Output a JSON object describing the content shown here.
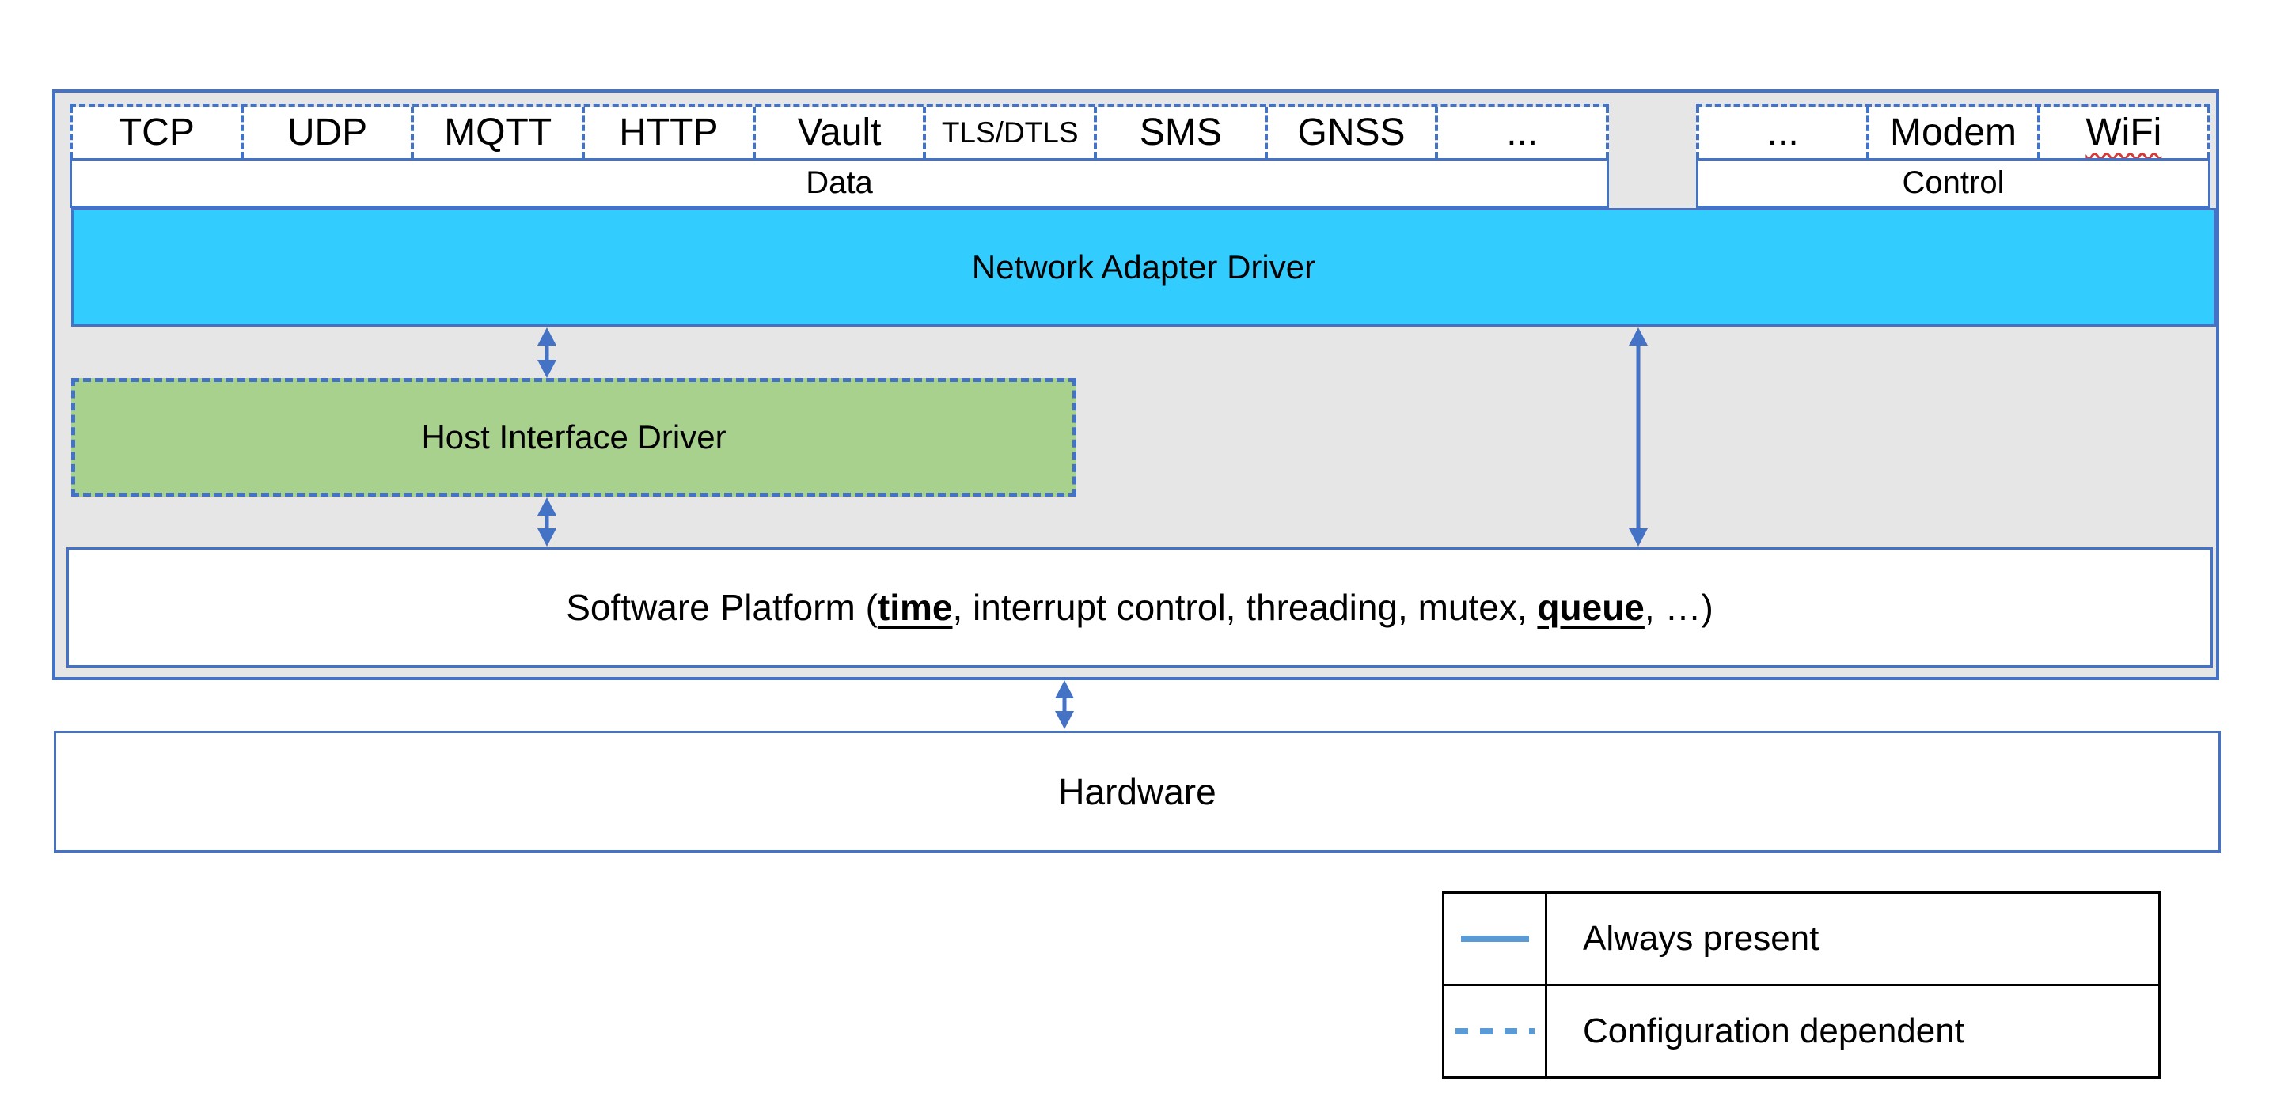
{
  "diagram": {
    "title_semantic": "Network adapter software architecture diagram",
    "data_section": {
      "label": "Data",
      "protocols": [
        {
          "label": "TCP"
        },
        {
          "label": "UDP"
        },
        {
          "label": "MQTT"
        },
        {
          "label": "HTTP"
        },
        {
          "label": "Vault"
        },
        {
          "label": "TLS/DTLS",
          "small": true
        },
        {
          "label": "SMS"
        },
        {
          "label": "GNSS"
        },
        {
          "label": "..."
        }
      ]
    },
    "control_section": {
      "label": "Control",
      "protocols": [
        {
          "label": "..."
        },
        {
          "label": "Modem"
        },
        {
          "label": "WiFi",
          "squiggle": true
        }
      ]
    },
    "layers": {
      "network_adapter_driver": "Network Adapter Driver",
      "host_interface_driver": "Host Interface Driver",
      "software_platform_segments": [
        {
          "text": "Software Platform (",
          "style": "normal"
        },
        {
          "text": "time",
          "style": "bold-underline"
        },
        {
          "text": ", interrupt control, threading, mutex, ",
          "style": "normal"
        },
        {
          "text": "queue",
          "style": "bold-underline"
        },
        {
          "text": ", …)",
          "style": "normal"
        }
      ],
      "hardware": "Hardware"
    },
    "legend": {
      "rows": [
        {
          "line_style": "solid",
          "label": "Always present"
        },
        {
          "line_style": "dashed",
          "label": "Configuration dependent"
        }
      ]
    },
    "colors": {
      "border_blue": "#4472C4",
      "adapter_fill": "#33CCFF",
      "host_fill": "#A9D18E",
      "container_fill": "#E7E6E6",
      "legend_line_blue": "#5B9BD5",
      "spellcheck_red": "#D43A3A"
    }
  }
}
